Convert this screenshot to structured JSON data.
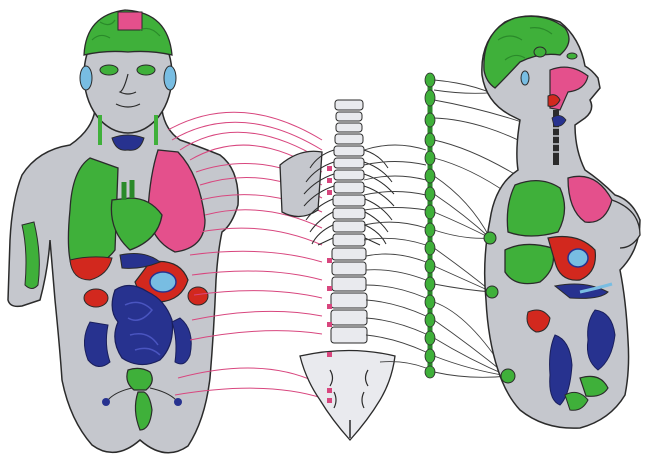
{
  "figure": {
    "kind": "anatomical illustration",
    "has_visible_text": false,
    "colors": {
      "body": "#c5c7cd",
      "outline": "#2b2b2b",
      "green": "#3fb03a",
      "green_dark": "#2a8a2a",
      "pink": "#e4508c",
      "magenta_line": "#d8467e",
      "navy": "#27328f",
      "red": "#d2281e",
      "light_blue": "#78bde2",
      "spine": "#e9eaee",
      "nerve_line": "#404040"
    },
    "panels": [
      {
        "name": "front-torso-figure"
      },
      {
        "name": "spine-and-sacrum"
      },
      {
        "name": "sympathetic-chain"
      },
      {
        "name": "side-profile-figure"
      }
    ]
  }
}
